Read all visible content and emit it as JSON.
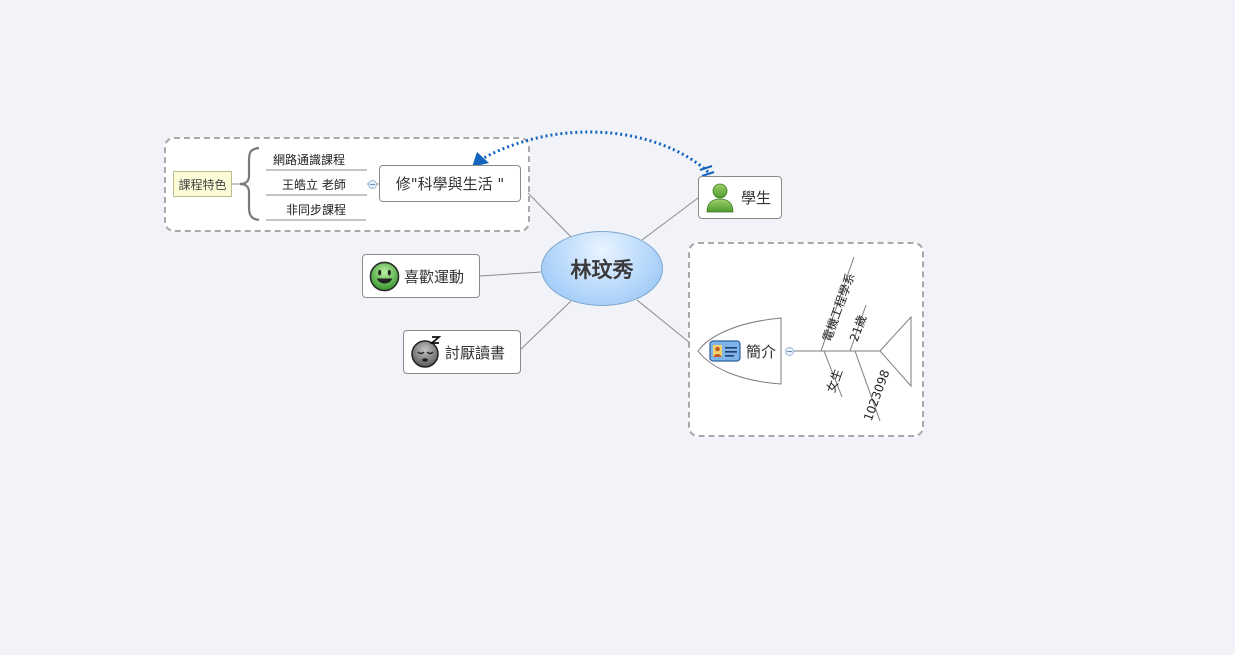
{
  "center": {
    "label": "林玟秀"
  },
  "course": {
    "main": "修\"科學與生活 \"",
    "category": "課程特色",
    "items": [
      "網路通識課程",
      "王皓立 老師",
      "非同步課程"
    ]
  },
  "student": {
    "label": "學生",
    "icon": "person-icon"
  },
  "likes": {
    "label": "喜歡運動",
    "icon": "smiley-icon"
  },
  "dislikes": {
    "label": "討厭讀書",
    "icon": "sleepy-face-icon"
  },
  "intro": {
    "label": "簡介",
    "icon": "id-card-icon",
    "upper": [
      "電機工程學系",
      "21歲"
    ],
    "lower": [
      "女生",
      "1023098"
    ]
  },
  "relationship": {
    "color": "#1565c0"
  }
}
